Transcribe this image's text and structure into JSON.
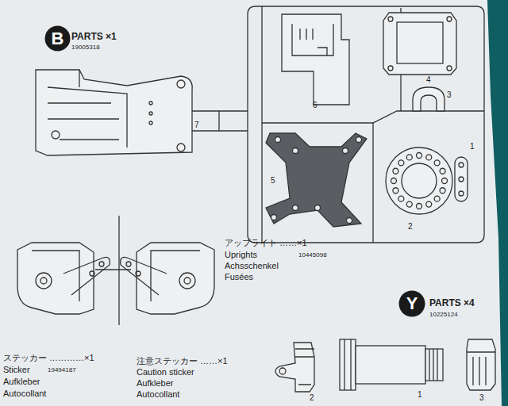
{
  "diagram": {
    "nodes": [
      {
        "text": [
          "B"
        ]
      },
      {
        "text": [
          "Y"
        ]
      }
    ],
    "labels": [
      "PARTS ×1",
      "19005318",
      "1",
      "2",
      "3",
      "4",
      "5",
      "6",
      "7",
      "アップライト ……×1",
      "Uprights",
      "10445098",
      "Achsschenkel",
      "Fusées",
      "PARTS ×4",
      "10225124",
      "2",
      "1",
      "3",
      "ステッカー …………×1",
      "Sticker",
      "19494187",
      "Aufkleber",
      "Autocollant",
      "注意ステッカー ……×1",
      "Caution sticker",
      "Aufkleber",
      "Autocollant"
    ]
  }
}
